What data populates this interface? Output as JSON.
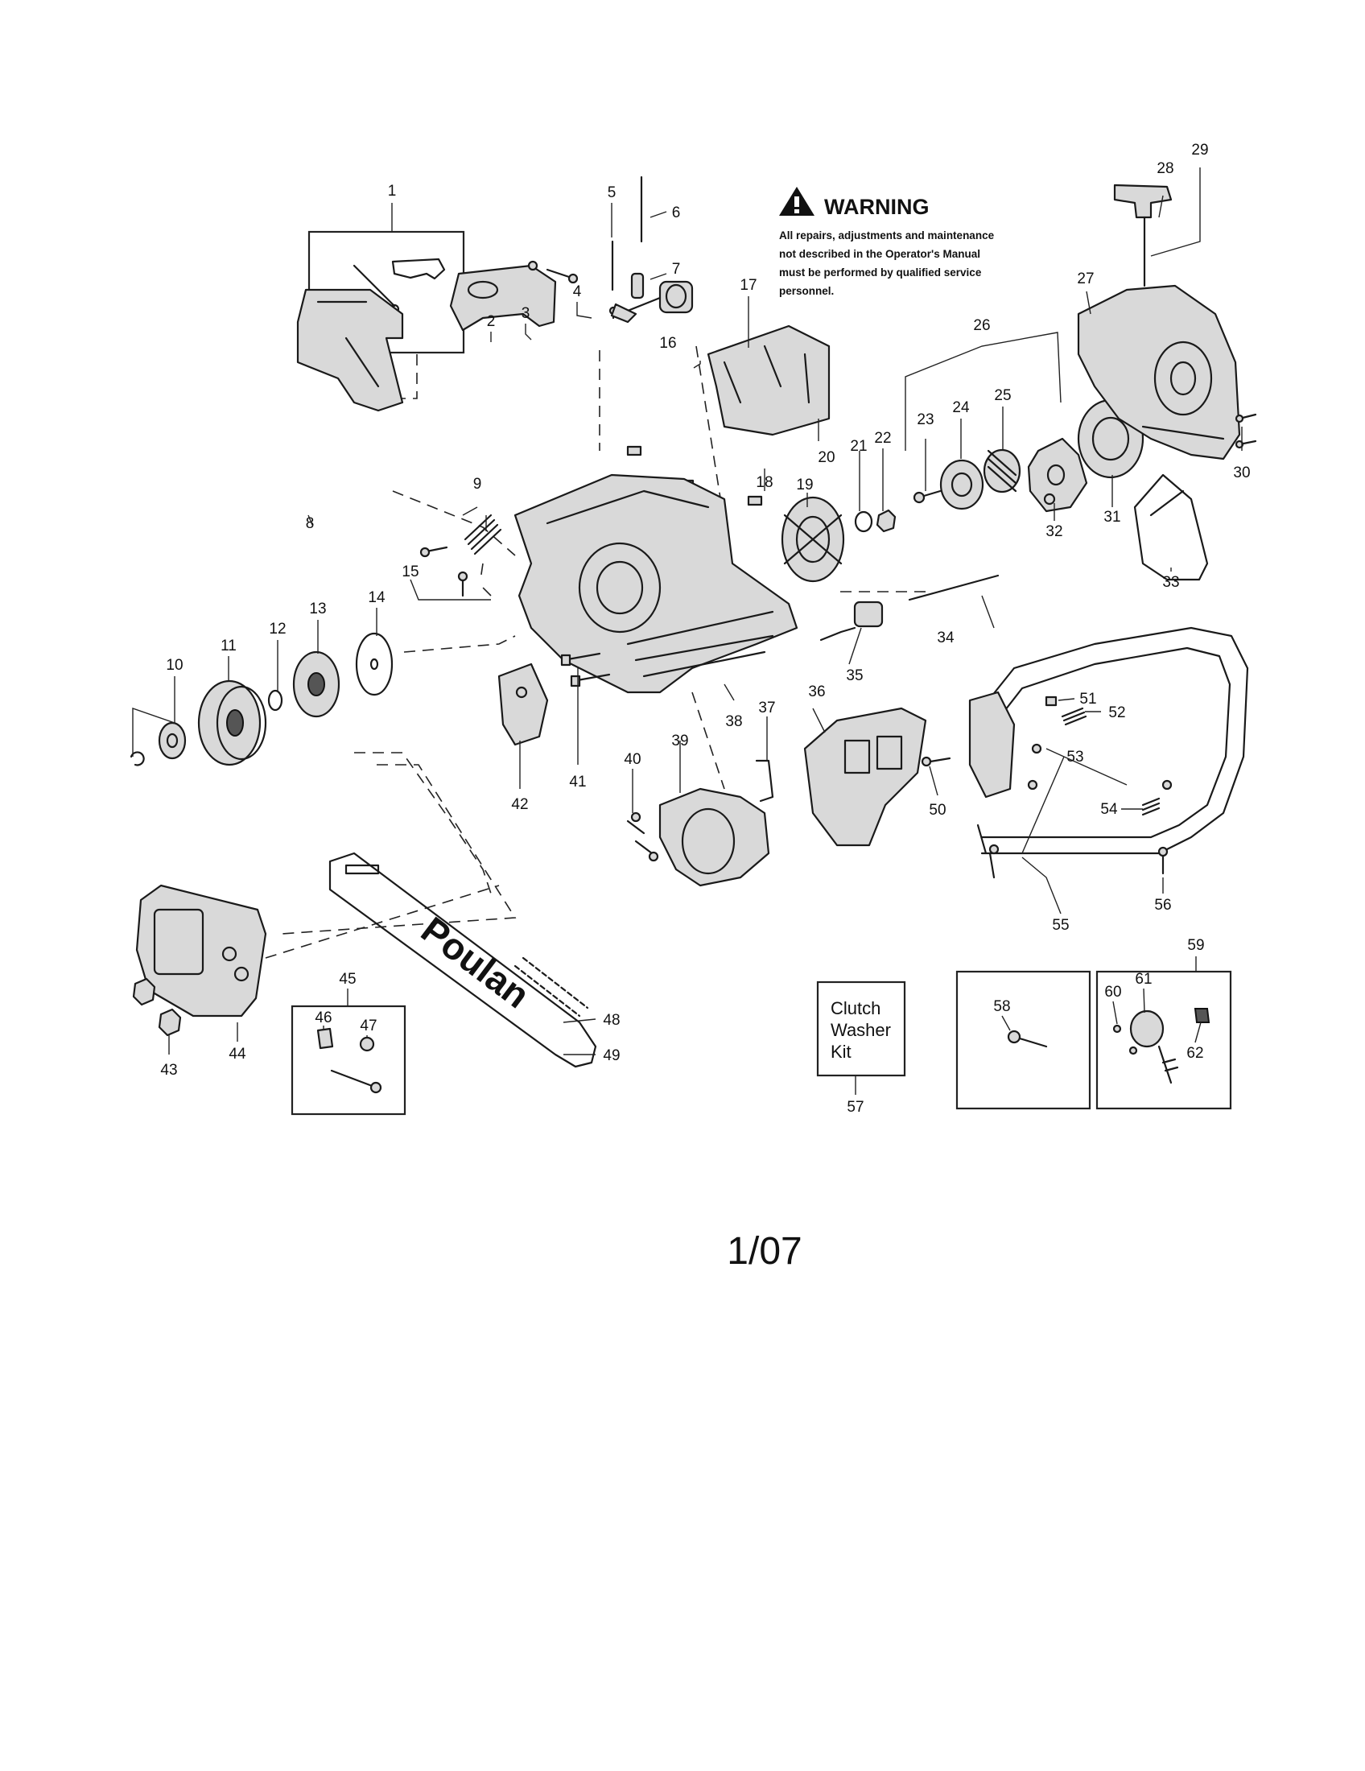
{
  "warning": {
    "title": "WARNING",
    "lines": [
      "All repairs, adjustments and maintenance",
      "not described in the Operator's Manual",
      "must be performed by qualified service",
      "personnel."
    ]
  },
  "kit_box": {
    "lines": [
      "Clutch",
      "Washer",
      "Kit"
    ]
  },
  "bar_brand": "Poulan",
  "page_number": "1/07",
  "callouts": [
    "1",
    "2",
    "3",
    "4",
    "5",
    "6",
    "7",
    "8",
    "9",
    "10",
    "11",
    "12",
    "13",
    "14",
    "15",
    "16",
    "17",
    "18",
    "19",
    "20",
    "21",
    "22",
    "23",
    "24",
    "25",
    "26",
    "27",
    "28",
    "29",
    "30",
    "31",
    "32",
    "33",
    "34",
    "35",
    "36",
    "37",
    "38",
    "39",
    "40",
    "41",
    "42",
    "43",
    "44",
    "45",
    "46",
    "47",
    "48",
    "49",
    "50",
    "51",
    "52",
    "53",
    "54",
    "55",
    "56",
    "57",
    "58",
    "59",
    "60",
    "61",
    "62"
  ]
}
